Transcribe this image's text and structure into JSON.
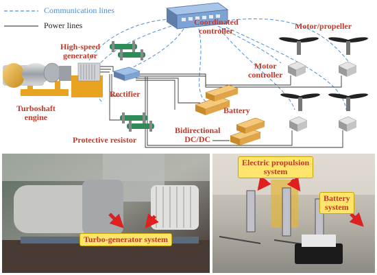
{
  "legend": {
    "communication": "Communication lines",
    "power": "Power lines"
  },
  "components": {
    "coordinated_controller": [
      "Coordinated",
      "controller"
    ],
    "motor_propeller": "Motor/propeller",
    "high_speed_generator": [
      "High-speed",
      "generator"
    ],
    "motor_controller": [
      "Motor",
      "controller"
    ],
    "rectifier": "Rectifier",
    "turboshaft_engine": [
      "Turboshaft",
      "engine"
    ],
    "battery": "Battery",
    "bidirectional_dcdc": [
      "Bidirectional",
      "DC/DC"
    ],
    "protective_resistor": "Protective resistor"
  },
  "photos": {
    "turbo_generator": "Turbo-generator system",
    "electric_propulsion": [
      "Electric propulsion",
      "system"
    ],
    "battery_system": [
      "Battery",
      "system"
    ]
  },
  "colors": {
    "label": "#c0392b",
    "communication_line": "#4a8fd6",
    "power_line": "#222222",
    "photo_label_bg": "#ffe56b",
    "arrow": "#e02020"
  }
}
